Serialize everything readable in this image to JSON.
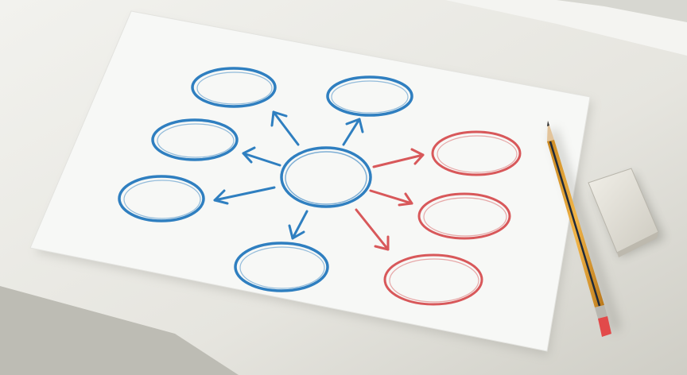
{
  "scene": {
    "description_tag": "photo",
    "objects": [
      "sheet-of-paper",
      "mind-map-sketch",
      "pencil",
      "eraser",
      "window-sill"
    ]
  },
  "colors": {
    "sill": "#e9e8e2",
    "sill_shadow": "#c9c8c0",
    "paper": "#f7f8f6",
    "blue_ink": "#2f7fc0",
    "red_ink": "#d8585a",
    "pencil_body": "#e9a83a",
    "pencil_stripe": "#1f2a3a",
    "eraser_tip": "#e24a4a",
    "eraser_block": "#e8e6dd"
  },
  "mind_map": {
    "center_node": {
      "color": "blue"
    },
    "blue_nodes": 5,
    "red_nodes": 3,
    "arrows": 8
  }
}
